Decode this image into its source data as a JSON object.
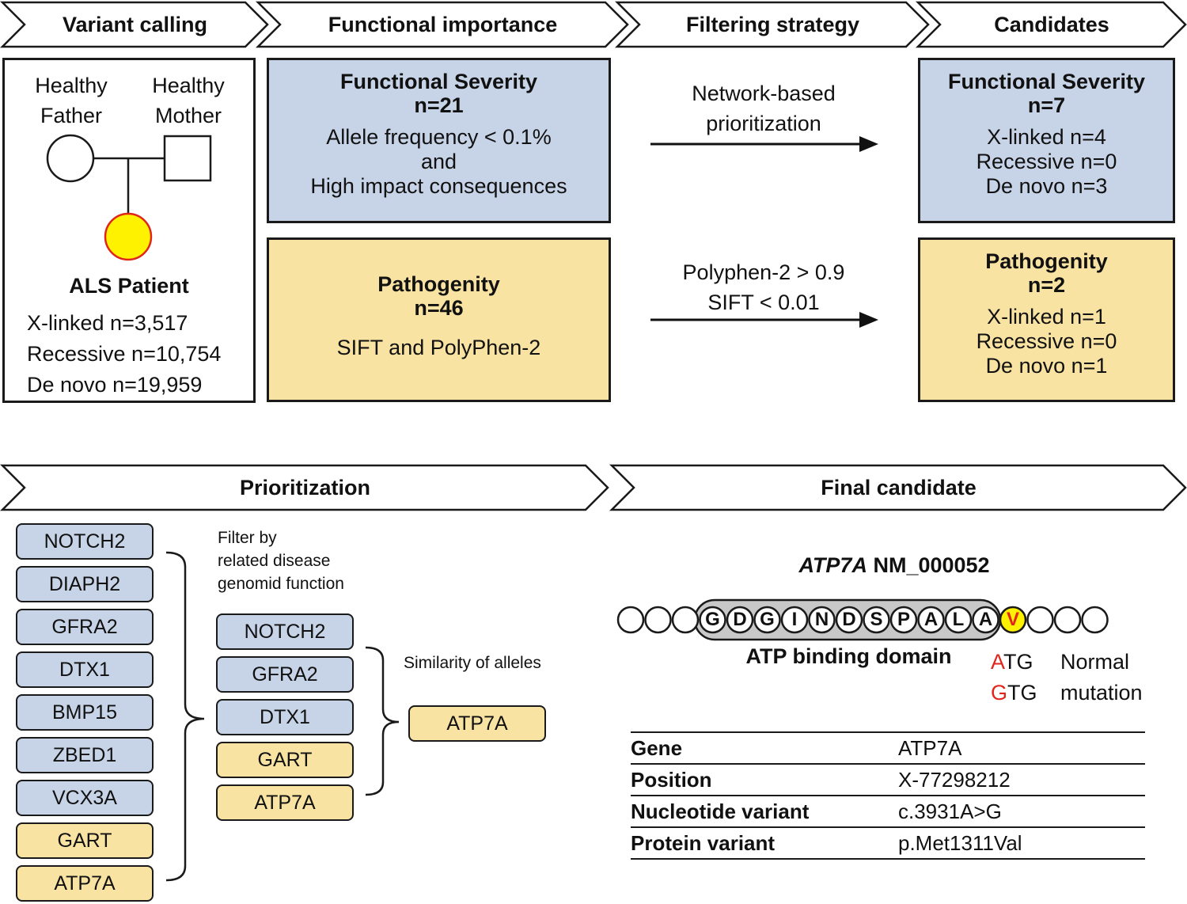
{
  "stages": [
    "Variant calling",
    "Functional importance",
    "Filtering strategy",
    "Candidates"
  ],
  "pedigree": {
    "father_line1": "Healthy",
    "father_line2": "Father",
    "mother_line1": "Healthy",
    "mother_line2": "Mother",
    "patient_label": "ALS Patient",
    "counts": [
      "X-linked n=3,517",
      "Recessive n=10,754",
      "De novo n=19,959"
    ],
    "patient_color": "#fff200"
  },
  "functional_severity": {
    "title": "Functional Severity",
    "n": "n=21",
    "lines": [
      "Allele frequency < 0.1%",
      "and",
      "High impact consequences"
    ]
  },
  "pathogenity": {
    "title": "Pathogenity",
    "n": "n=46",
    "desc": "SIFT and PolyPhen-2"
  },
  "filters": {
    "severity": [
      "Network-based",
      "prioritization"
    ],
    "pathogenity": [
      "Polyphen-2  > 0.9",
      "SIFT < 0.01"
    ]
  },
  "candidates": {
    "severity": {
      "title": "Functional Severity",
      "n": "n=7",
      "lines": [
        "X-linked n=4",
        "Recessive  n=0",
        "De novo n=3"
      ]
    },
    "pathogenity": {
      "title": "Pathogenity",
      "n": "n=2",
      "lines": [
        "X-linked n=1",
        "Recessive  n=0",
        "De novo n=1"
      ]
    }
  },
  "bottom_stages": [
    "Prioritization",
    "Final candidate"
  ],
  "prioritization": {
    "list1": [
      {
        "label": "NOTCH2",
        "group": "blue"
      },
      {
        "label": "DIAPH2",
        "group": "blue"
      },
      {
        "label": "GFRA2",
        "group": "blue"
      },
      {
        "label": "DTX1",
        "group": "blue"
      },
      {
        "label": "BMP15",
        "group": "blue"
      },
      {
        "label": "ZBED1",
        "group": "blue"
      },
      {
        "label": "VCX3A",
        "group": "blue"
      },
      {
        "label": "GART",
        "group": "yellow"
      },
      {
        "label": "ATP7A",
        "group": "yellow"
      }
    ],
    "filter1": [
      "Filter by",
      "related disease",
      "genomid function"
    ],
    "list2": [
      {
        "label": "NOTCH2",
        "group": "blue"
      },
      {
        "label": "GFRA2",
        "group": "blue"
      },
      {
        "label": "DTX1",
        "group": "blue"
      },
      {
        "label": "GART",
        "group": "yellow"
      },
      {
        "label": "ATP7A",
        "group": "yellow"
      }
    ],
    "filter2": "Similarity of alleles",
    "final": {
      "label": "ATP7A",
      "group": "yellow"
    }
  },
  "final_candidate": {
    "gene_italic": "ATP7A",
    "transcript": " NM_000052",
    "domain_residues": [
      "G",
      "D",
      "G",
      "I",
      "N",
      "D",
      "S",
      "P",
      "A",
      "L",
      "A"
    ],
    "mutant_residue": "V",
    "domain_label": "ATP binding domain",
    "codons": [
      {
        "first": "A",
        "rest": "TG",
        "label": "Normal"
      },
      {
        "first": "G",
        "rest": "TG",
        "label": "mutation"
      }
    ],
    "table": [
      [
        "Gene",
        "ATP7A"
      ],
      [
        "Position",
        "X-77298212"
      ],
      [
        "Nucleotide variant",
        "c.3931A>G"
      ],
      [
        "Protein variant",
        "p.Met1311Val"
      ]
    ]
  },
  "colors": {
    "blue_box": "#c7d3e7",
    "yellow_box": "#f8e3a3",
    "domain_fill": "#c8c8c8",
    "codon_highlight": "#e0261b",
    "mutant_fill": "#fff200"
  }
}
